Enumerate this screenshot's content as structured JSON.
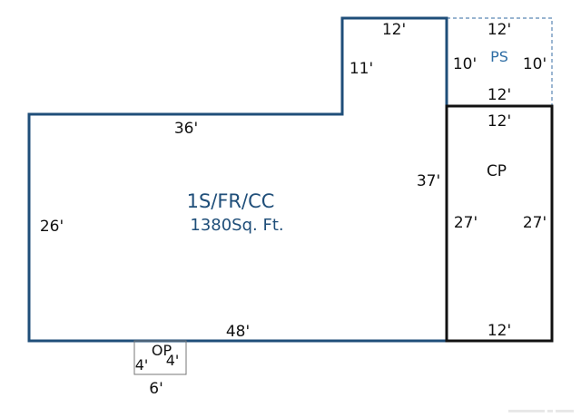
{
  "colors": {
    "main_outline": "#1f4e79",
    "main_label": "#1f4e79",
    "ps_outline": "#5b87b3",
    "ps_label": "#2e6da4",
    "cp_outline": "#111111",
    "op_outline": "#777777",
    "dimension_text": "#111111"
  },
  "areas": {
    "main": {
      "code": "1S/FR/CC",
      "area": "1380Sq. Ft."
    },
    "ps": {
      "code": "PS"
    },
    "cp": {
      "code": "CP"
    },
    "op": {
      "code": "OP"
    }
  },
  "dimensions": {
    "main_top_right": "12'",
    "main_step_side": "11'",
    "main_top_left": "36'",
    "main_right": "37'",
    "main_left": "26'",
    "main_bottom": "48'",
    "ps_top": "12'",
    "ps_left": "10'",
    "ps_right": "10'",
    "ps_bottom": "12'",
    "cp_top": "12'",
    "cp_left": "27'",
    "cp_right": "27'",
    "cp_bottom": "12'",
    "op_left": "4'",
    "op_right": "4'",
    "op_bottom": "6'"
  }
}
